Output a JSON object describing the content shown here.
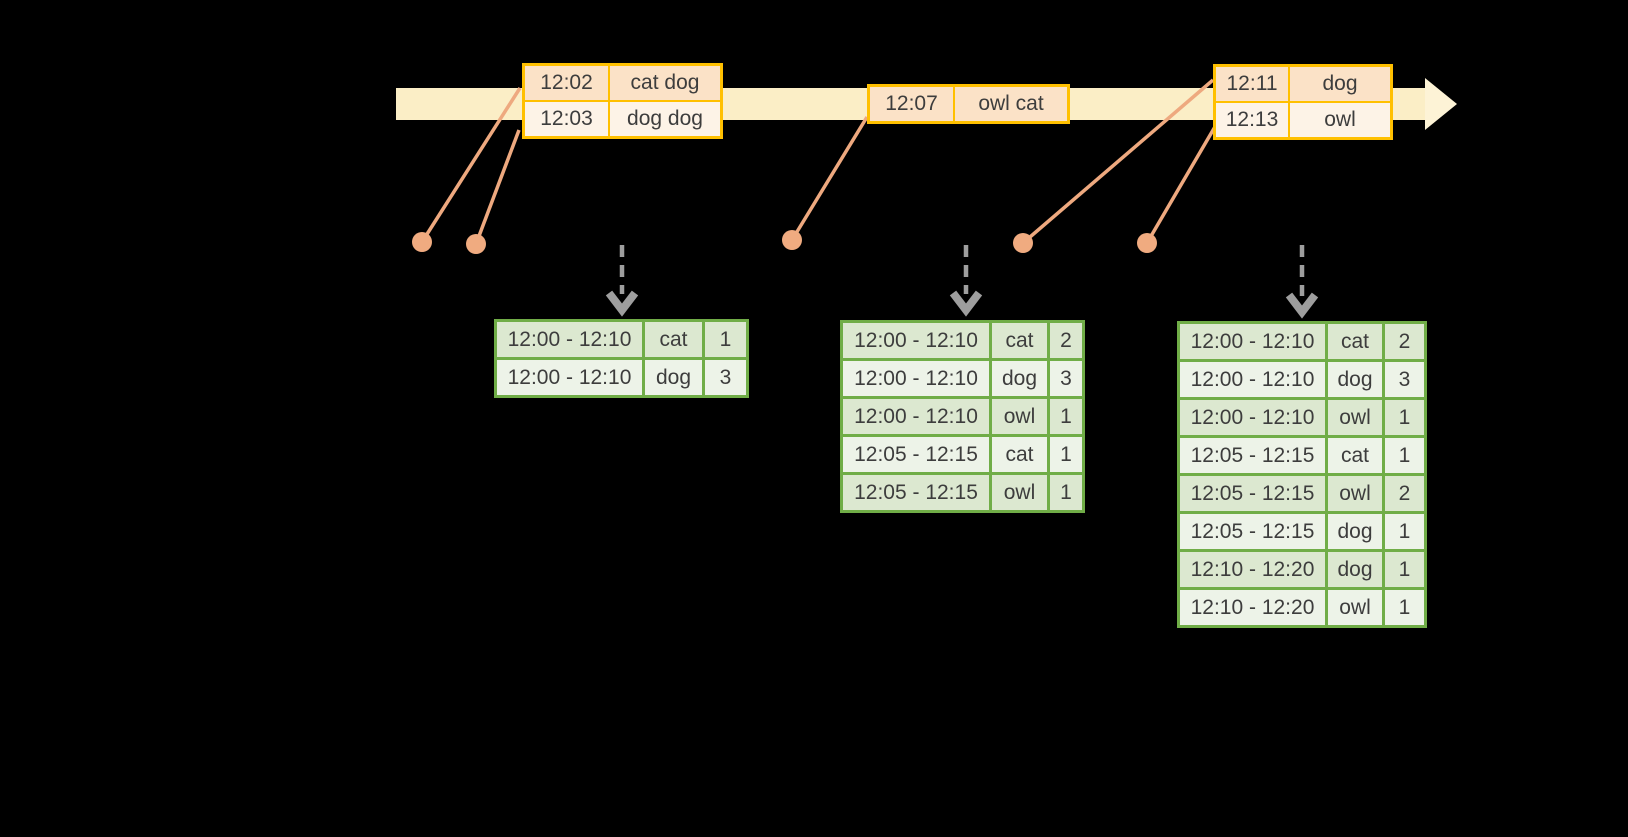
{
  "colors": {
    "background": "#000000",
    "timeline_band": "#fbeec6",
    "event_table_border": "#ffc000",
    "event_row_dark": "#fbe2c7",
    "event_row_light": "#fdf3e7",
    "connector_salmon": "#eea97f",
    "result_table_border": "#70ad47",
    "result_row_dark": "#dce8d0",
    "result_row_light": "#edf3e8",
    "trigger_arrow_gray": "#9e9e9e",
    "text": "#3d3d3d"
  },
  "icons": {
    "timeline_arrow": "right-arrow",
    "trigger_arrow": "down-dashed-arrow",
    "event_marker": "dot"
  },
  "timeline": {
    "event_groups": [
      {
        "rows": [
          [
            "12:02",
            "cat dog"
          ],
          [
            "12:03",
            "dog dog"
          ]
        ]
      },
      {
        "rows": [
          [
            "12:07",
            "owl cat"
          ]
        ]
      },
      {
        "rows": [
          [
            "12:11",
            "dog"
          ],
          [
            "12:13",
            "owl"
          ]
        ]
      }
    ]
  },
  "result_tables": [
    {
      "rows": [
        [
          "12:00 - 12:10",
          "cat",
          "1"
        ],
        [
          "12:00 - 12:10",
          "dog",
          "3"
        ]
      ]
    },
    {
      "rows": [
        [
          "12:00 - 12:10",
          "cat",
          "2"
        ],
        [
          "12:00 - 12:10",
          "dog",
          "3"
        ],
        [
          "12:00 - 12:10",
          "owl",
          "1"
        ],
        [
          "12:05 - 12:15",
          "cat",
          "1"
        ],
        [
          "12:05 - 12:15",
          "owl",
          "1"
        ]
      ]
    },
    {
      "rows": [
        [
          "12:00 - 12:10",
          "cat",
          "2"
        ],
        [
          "12:00 - 12:10",
          "dog",
          "3"
        ],
        [
          "12:00 - 12:10",
          "owl",
          "1"
        ],
        [
          "12:05 - 12:15",
          "cat",
          "1"
        ],
        [
          "12:05 - 12:15",
          "owl",
          "2"
        ],
        [
          "12:05 - 12:15",
          "dog",
          "1"
        ],
        [
          "12:10 - 12:20",
          "dog",
          "1"
        ],
        [
          "12:10 - 12:20",
          "owl",
          "1"
        ]
      ]
    }
  ]
}
